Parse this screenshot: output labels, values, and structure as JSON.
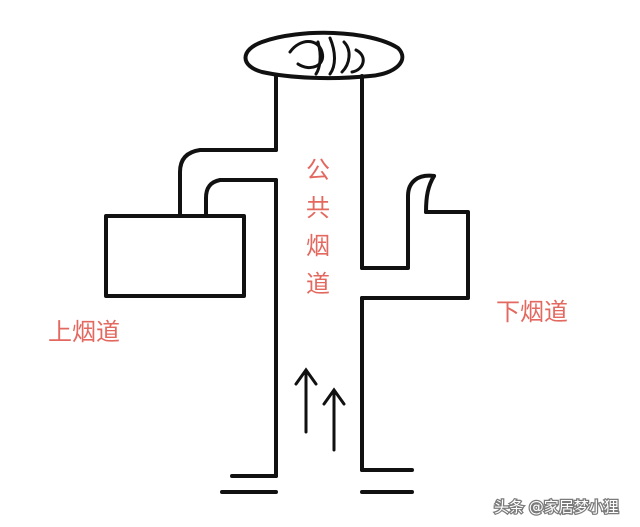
{
  "labels": {
    "shared": [
      "公",
      "共",
      "烟",
      "道"
    ],
    "upper": "上烟道",
    "lower": "下烟道"
  },
  "watermark": "头条 @家居梦小狸",
  "colors": {
    "label": "#e3685f",
    "line": "#111111"
  }
}
